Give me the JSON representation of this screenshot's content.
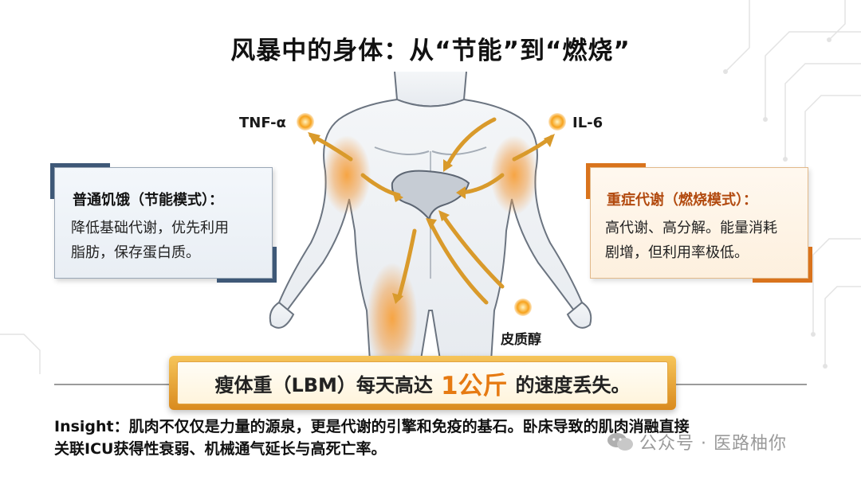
{
  "title": "风暴中的身体：从“节能”到“燃烧”",
  "hormones": {
    "tnf": "TNF-α",
    "il6": "IL-6",
    "cortisol": "皮质醇"
  },
  "left_card": {
    "title": "普通饥饿（节能模式）：",
    "line1": "降低基础代谢，优先利用",
    "line2": "脂肪，保存蛋白质。"
  },
  "right_card": {
    "title": "重症代谢（燃烧模式）：",
    "line1": "高代谢、高分解。能量消耗",
    "line2": "剧增，但利用率极低。"
  },
  "banner": {
    "prefix": "瘦体重（LBM）每天高达",
    "highlight": "1公斤",
    "suffix": "的速度丢失。"
  },
  "insight": {
    "line1": "Insight：肌肉不仅仅是力量的源泉，更是代谢的引擎和免疫的基石。卧床导致的肌肉消融直接",
    "line2": "关联ICU获得性衰弱、机械通气延长与高死亡率。"
  },
  "watermark": "公众号 · 医路柚你",
  "colors": {
    "accent_orange": "#e67a12",
    "card_left_border": "#3e5877",
    "card_right_border": "#d9731c",
    "banner_gold": "#d98a1e"
  }
}
